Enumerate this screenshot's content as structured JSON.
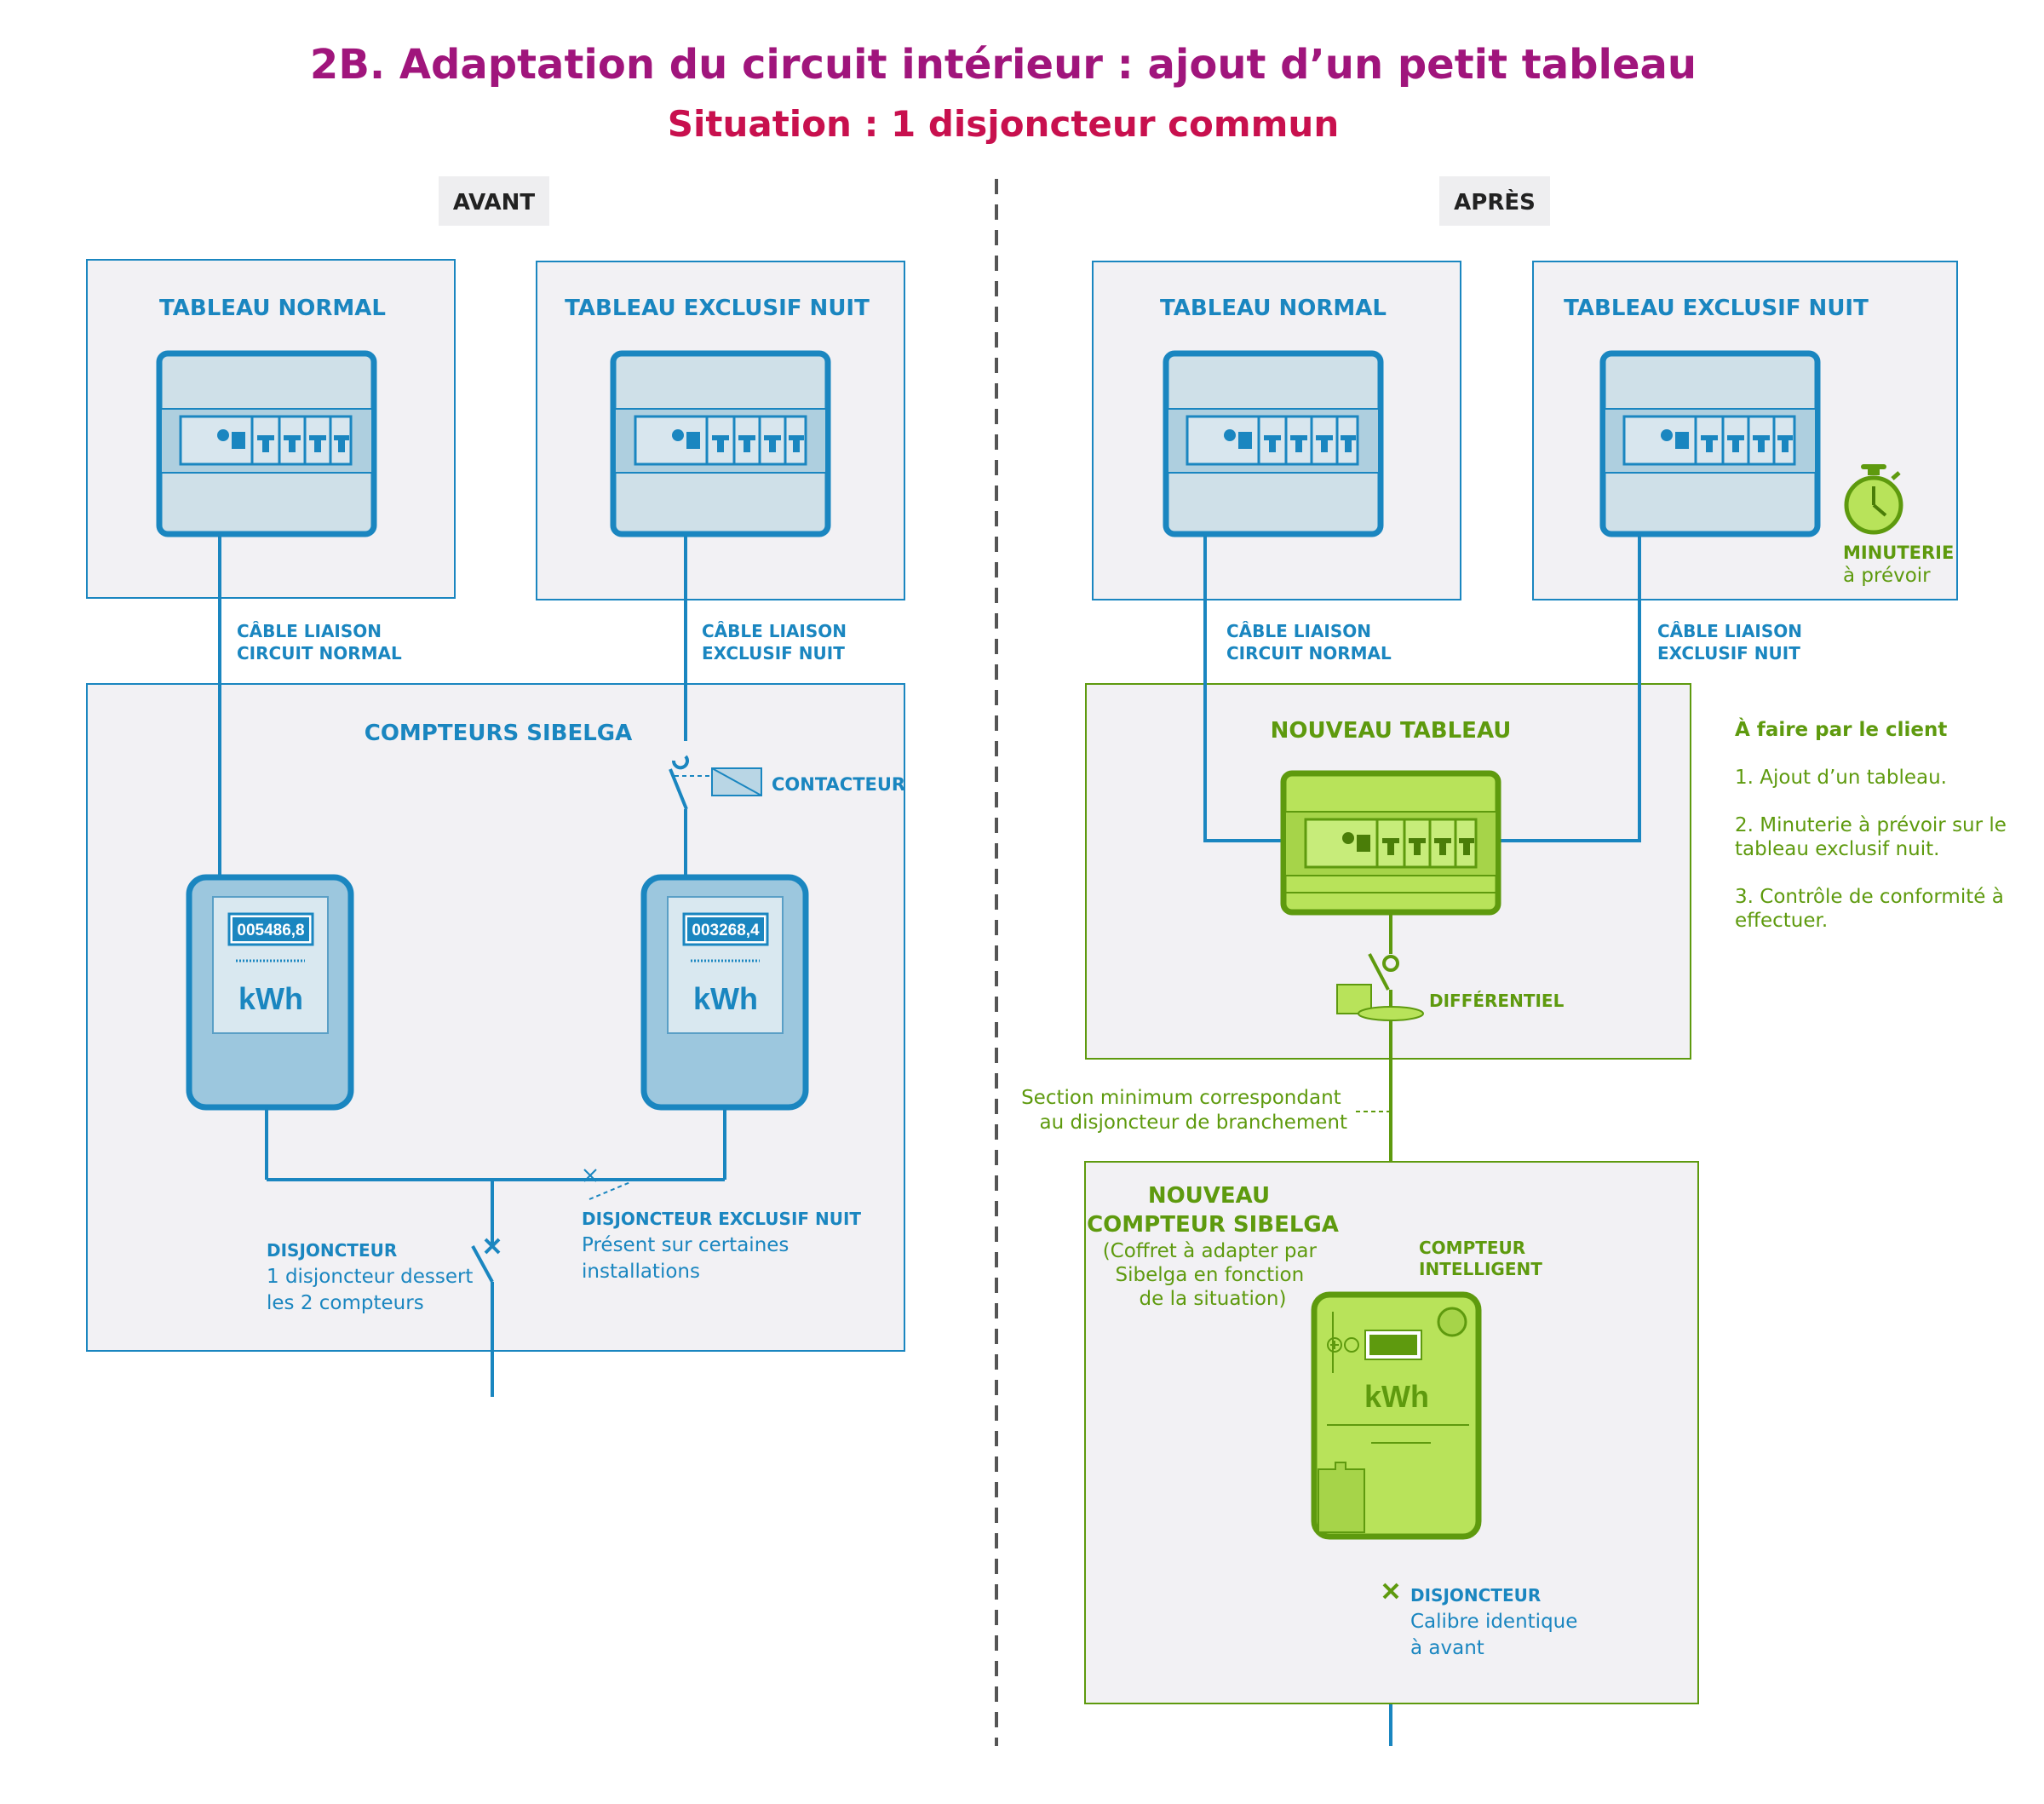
{
  "title": "2B. Adaptation du circuit intérieur : ajout d’un petit tableau",
  "subtitle": "Situation : 1 disjoncteur commun",
  "colors": {
    "title": "#a0157c",
    "subtitle": "#c8104e",
    "blue": "#1a86c0",
    "blue_light": "#cfe0e8",
    "meter_fill": "#9cc7de",
    "green": "#5e9a0e",
    "green_light": "#b8e35a",
    "panel_bg": "#f2f1f4",
    "tag_bg": "#eeeef0"
  },
  "avant": {
    "tag": "AVANT",
    "tableau_normal": "TABLEAU NORMAL",
    "tableau_nuit": "TABLEAU EXCLUSIF NUIT",
    "cable_normal": [
      "CÂBLE LIAISON",
      "CIRCUIT NORMAL"
    ],
    "cable_nuit": [
      "CÂBLE LIAISON",
      "EXCLUSIF NUIT"
    ],
    "compteurs": "COMPTEURS SIBELGA",
    "contacteur": "CONTACTEUR",
    "meter1": {
      "reading": "005486,8",
      "unit": "kWh"
    },
    "meter2": {
      "reading": "003268,4",
      "unit": "kWh"
    },
    "disj_title": "DISJONCTEUR",
    "disj_desc": [
      "1 disjoncteur dessert",
      "les 2 compteurs"
    ],
    "disj_nuit_title": "DISJONCTEUR EXCLUSIF NUIT",
    "disj_nuit_desc": [
      "Présent sur certaines",
      "installations"
    ]
  },
  "apres": {
    "tag": "APRÈS",
    "tableau_normal": "TABLEAU NORMAL",
    "tableau_nuit": "TABLEAU EXCLUSIF NUIT",
    "minuterie": [
      "MINUTERIE",
      "à prévoir"
    ],
    "cable_normal": [
      "CÂBLE LIAISON",
      "CIRCUIT NORMAL"
    ],
    "cable_nuit": [
      "CÂBLE LIAISON",
      "EXCLUSIF NUIT"
    ],
    "nouveau_tableau": "NOUVEAU TABLEAU",
    "differentiel": "DIFFÉRENTIEL",
    "section": [
      "Section minimum correspondant",
      "au disjoncteur de branchement"
    ],
    "nouveau_compteur": [
      "NOUVEAU",
      "COMPTEUR SIBELGA"
    ],
    "coffret": [
      "(Coffret à adapter par",
      "Sibelga en fonction",
      "de la situation)"
    ],
    "compteur_intelligent": [
      "COMPTEUR",
      "INTELLIGENT"
    ],
    "smart_unit": "kWh",
    "disj_title": "DISJONCTEUR",
    "disj_desc": [
      "Calibre identique",
      "à avant"
    ],
    "client_title": "À faire par le client",
    "client_steps": [
      [
        "1. Ajout d’un tableau."
      ],
      [
        "2. Minuterie à prévoir sur le",
        "tableau exclusif nuit."
      ],
      [
        "3. Contrôle de conformité à",
        "effectuer."
      ]
    ]
  }
}
